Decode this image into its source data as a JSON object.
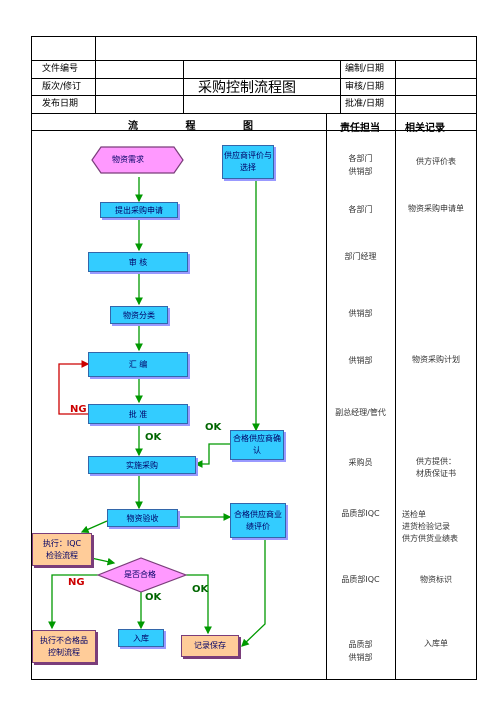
{
  "header": {
    "left_labels": [
      "文件编号",
      "版次/修订",
      "发布日期"
    ],
    "title": "采购控制流程图",
    "right_labels": [
      "编制/日期",
      "审核/日期",
      "批准/日期"
    ]
  },
  "columns": {
    "flow": "流 程 图",
    "responsibility": "责任担当",
    "records": "相关记录"
  },
  "flow": {
    "material_demand": "物资需求",
    "supplier_eval": "供应商评价与选择",
    "submit_request": "提出采购申请",
    "review": "审 核",
    "classify": "物资分类",
    "compile": "汇 编",
    "approve": "批 准",
    "implement": "实施采购",
    "qualified_supplier": "合格供应商确认",
    "acceptance": "物资验收",
    "supplier_perf": "合格供应商业绩评价",
    "iqc_exec": "执行：IQC检验流程",
    "qualified_q": "是否合格",
    "nonconform": "执行不合格品控制流程",
    "warehouse": "入库",
    "archive": "记录保存",
    "ng1": "NG",
    "ok1": "OK",
    "ok2": "OK",
    "ng2": "NG",
    "ok3": "OK",
    "ok4": "OK"
  },
  "responsibility": [
    "各部门\n供销部",
    "各部门",
    "部门经理",
    "供销部",
    "供销部",
    "副总经理/管代",
    "采购员",
    "品质部IQC",
    "品质部IQC",
    "品质部\n供销部"
  ],
  "records": [
    "供方评价表",
    "物资采购申请单",
    "物资采购计划",
    "供方提供：\n材质保证书",
    "送检单\n进货检验记录\n供方供货业绩表",
    "物资标识",
    "入库单"
  ],
  "colors": {
    "process_box": "#33ccff",
    "terminal_box": "#ffcc99",
    "connector": "#009900",
    "ng_loop": "#cc0000",
    "ng_text": "#cc0000",
    "ok_text": "#006600"
  }
}
